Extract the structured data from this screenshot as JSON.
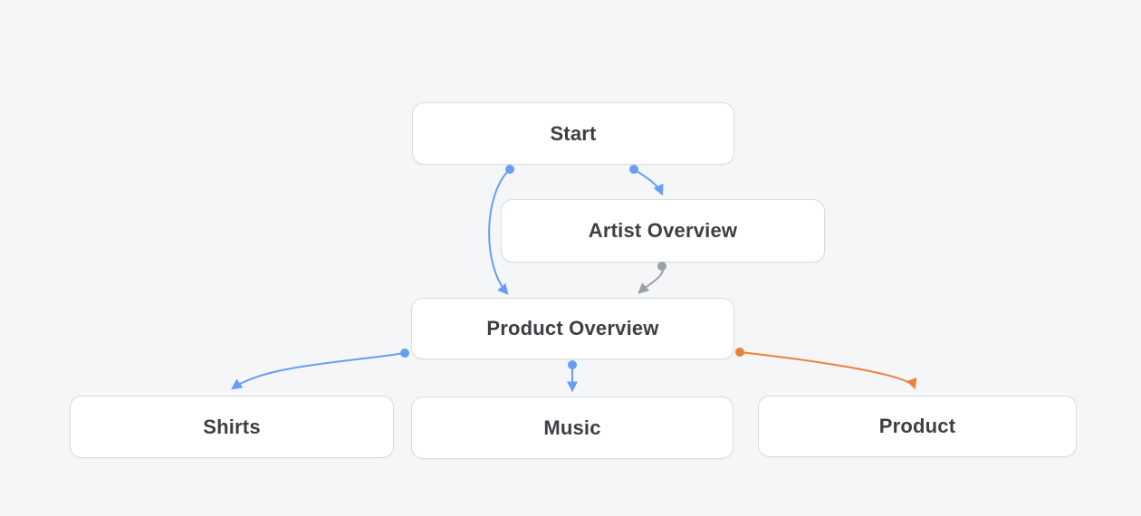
{
  "canvas": {
    "background": "#F5F6F8"
  },
  "node_style": {
    "fill": "#FFFFFF",
    "border": "#DADCE0",
    "text": "#3C4043"
  },
  "colors": {
    "blue": "#669DF6",
    "gray": "#9AA0A6",
    "orange": "#E8833A"
  },
  "diagram": {
    "nodes": [
      {
        "id": "start",
        "label": "Start"
      },
      {
        "id": "artist-overview",
        "label": "Artist Overview"
      },
      {
        "id": "product-overview",
        "label": "Product Overview"
      },
      {
        "id": "shirts",
        "label": "Shirts"
      },
      {
        "id": "music",
        "label": "Music"
      },
      {
        "id": "product",
        "label": "Product"
      }
    ],
    "edges": [
      {
        "from": "start",
        "to": "product-overview",
        "color": "blue"
      },
      {
        "from": "start",
        "to": "artist-overview",
        "color": "blue"
      },
      {
        "from": "artist-overview",
        "to": "product-overview",
        "color": "gray"
      },
      {
        "from": "product-overview",
        "to": "shirts",
        "color": "blue"
      },
      {
        "from": "product-overview",
        "to": "music",
        "color": "blue"
      },
      {
        "from": "product-overview",
        "to": "product",
        "color": "orange"
      }
    ]
  }
}
